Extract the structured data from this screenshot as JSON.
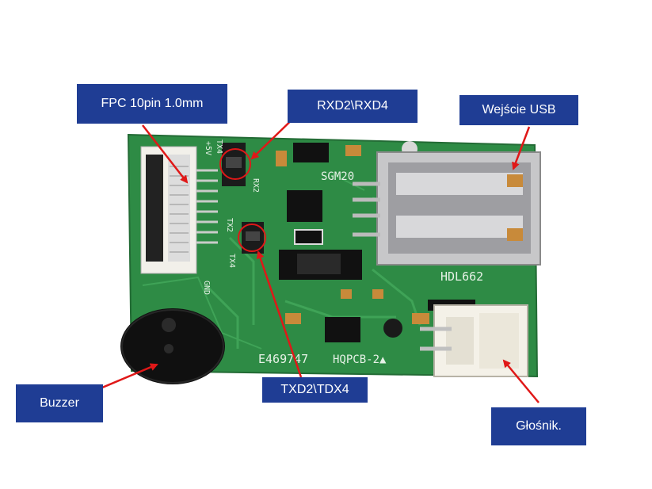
{
  "callouts": {
    "fpc": "FPC 10pin 1.0mm",
    "rxd": "RXD2\\RXD4",
    "usb": "Wejście USB",
    "buzzer": "Buzzer",
    "txd": "TXD2\\TDX4",
    "speaker": "Głośnik."
  },
  "silkscreen": {
    "chip_label": "SGM20",
    "model": "HDL662",
    "serial": "E469747",
    "board_id": "HQPCB-2▲",
    "gnd": "GND",
    "plus5v": "+5V",
    "tx4_top": "TX4",
    "tx2": "TX2",
    "rx2": "RX2",
    "tx4": "TX4"
  },
  "colors": {
    "pcb": "#2e8b45",
    "callout_bg": "#1f3d94",
    "arrow": "#e01818"
  }
}
